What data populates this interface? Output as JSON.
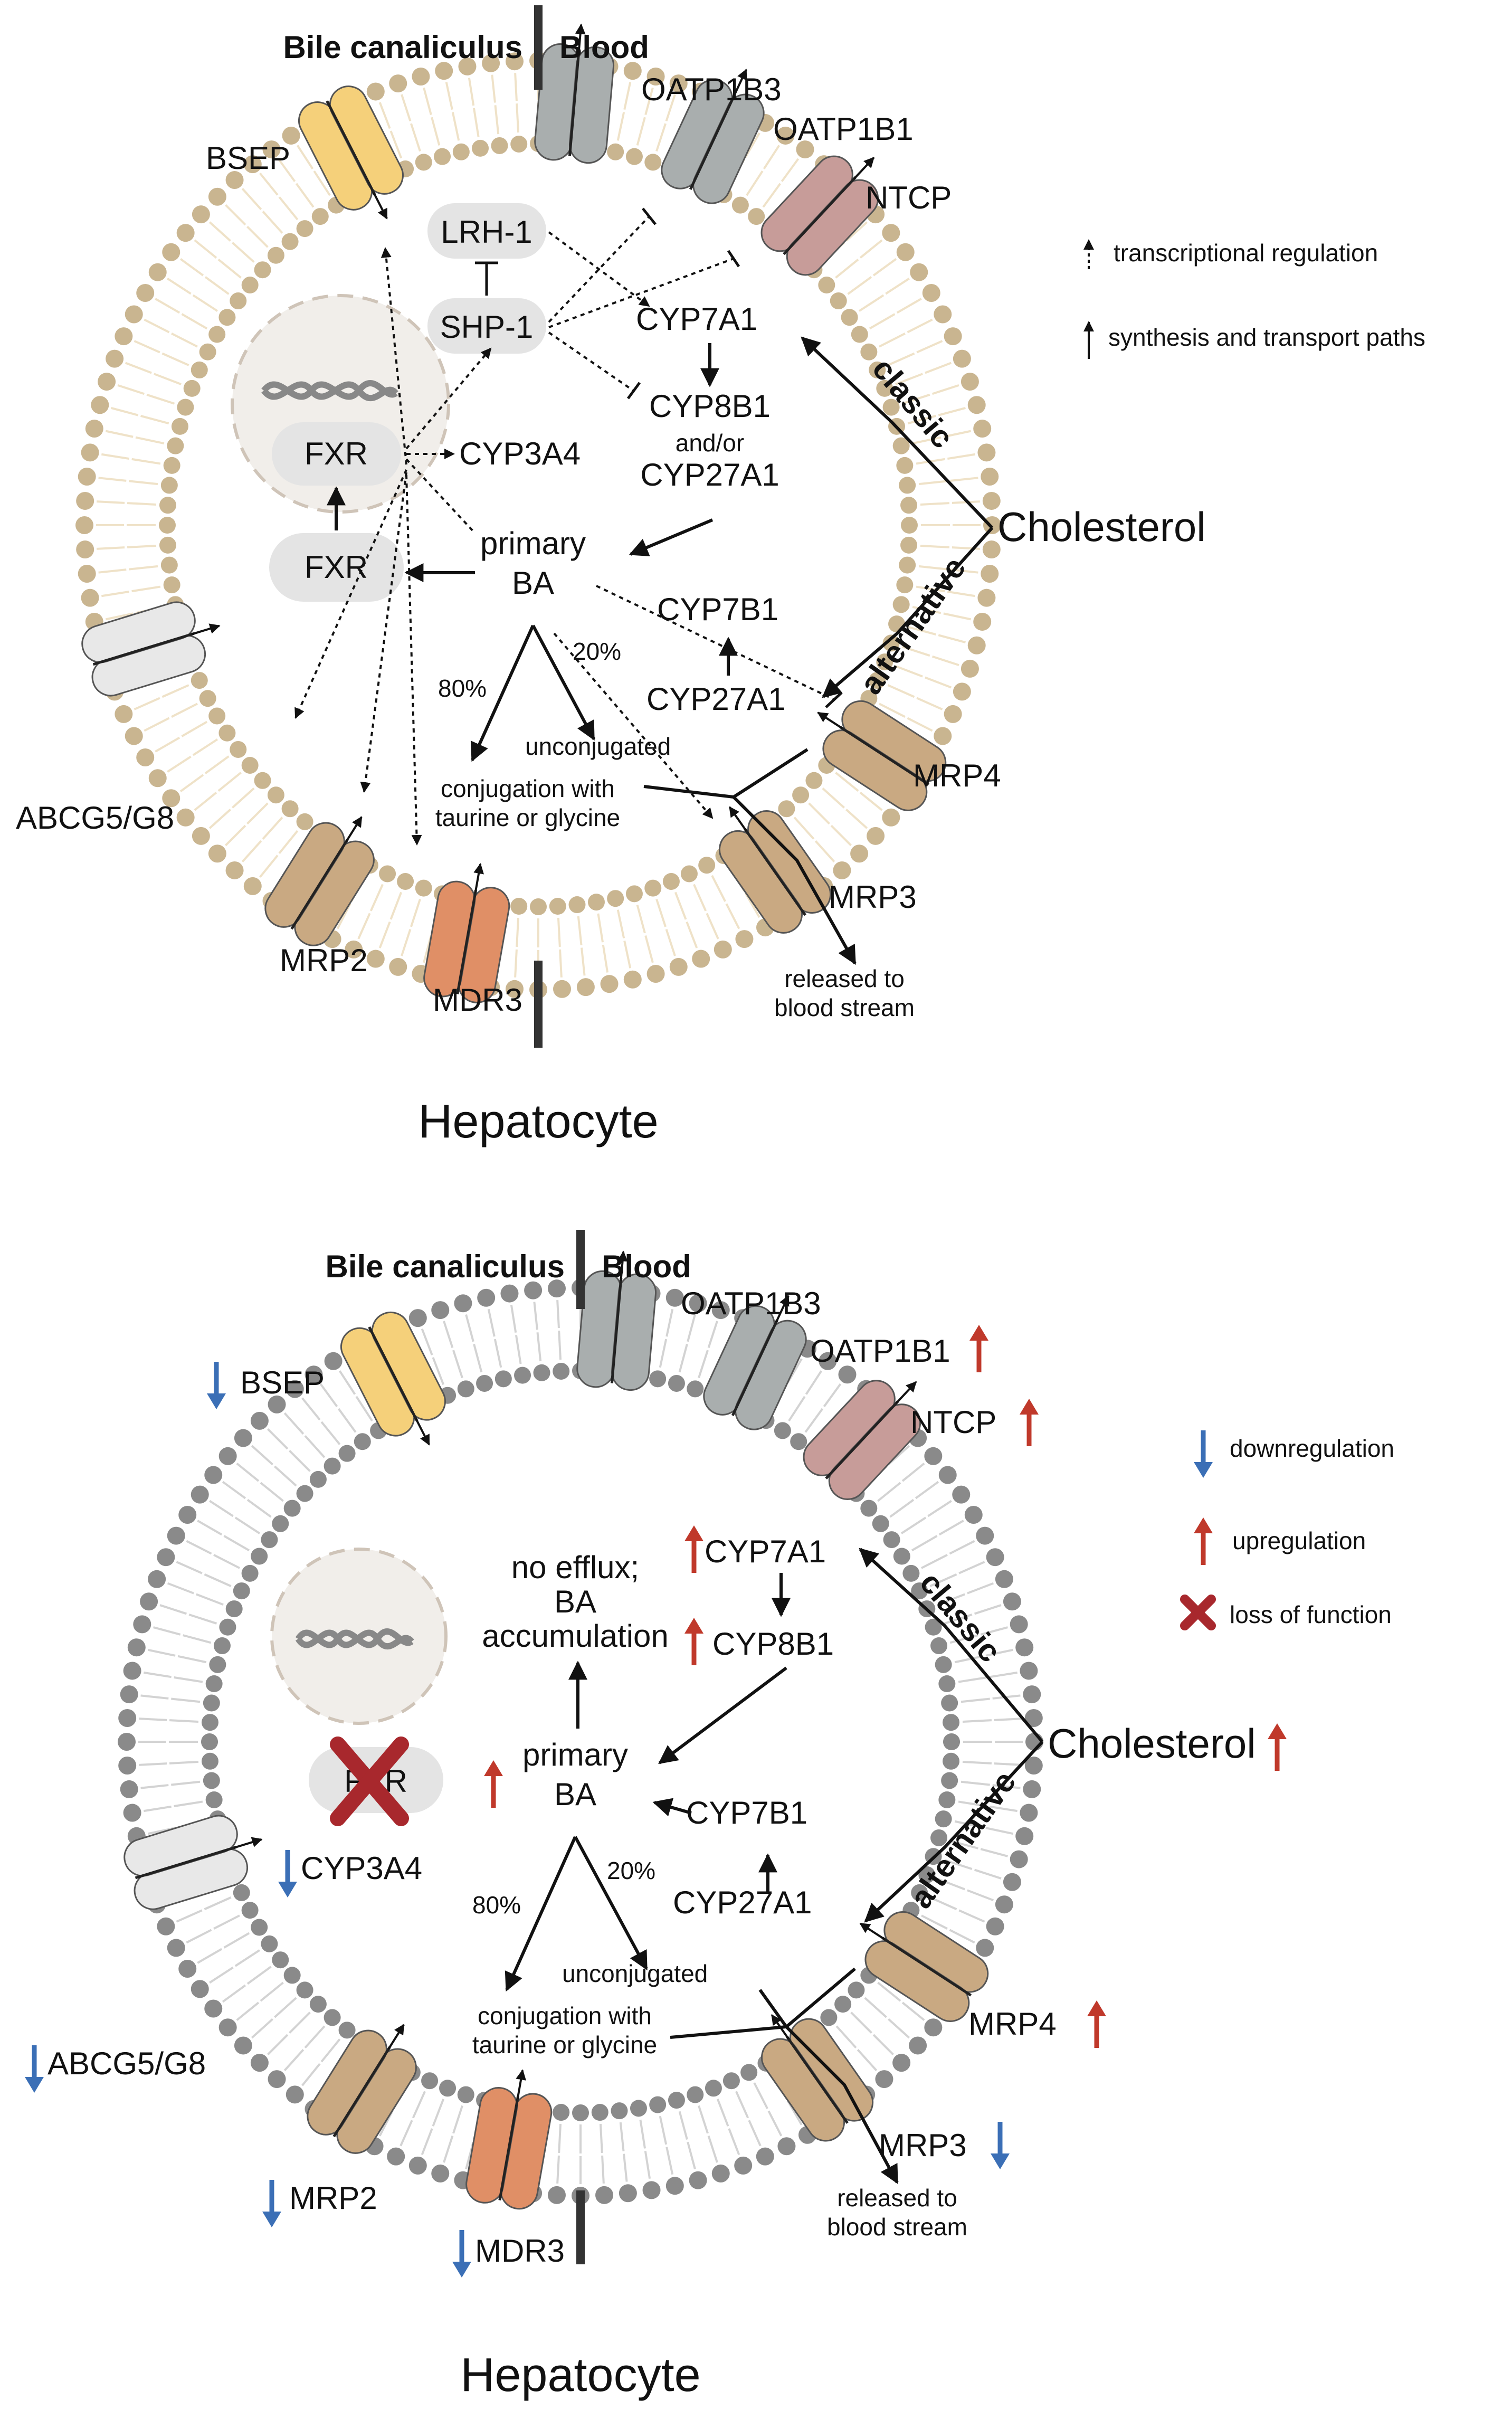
{
  "colors": {
    "membrane_top": "#c9b590",
    "membrane_top_tail": "#efe2c8",
    "membrane_bottom": "#8a8a8a",
    "membrane_bottom_tail": "#d3d3d3",
    "bsep": "#f5d07a",
    "oatp": "#a9aeae",
    "ntcp": "#c79c99",
    "abcg": "#e8e8e8",
    "mrp": "#c9a982",
    "mdr3": "#e08f66",
    "nucleus": "#f1eeea",
    "box": "#e4e4e4",
    "down_arrow": "#3b6fb6",
    "up_arrow": "#c0392b",
    "cross": "#a8282d"
  },
  "top": {
    "side_left": "Bile canaliculus",
    "side_right": "Blood",
    "transporters": {
      "oatp1b3": "OATP1B3",
      "oatp1b1": "OATP1B1",
      "ntcp": "NTCP",
      "bsep": "BSEP",
      "abcg": "ABCG5/G8",
      "mrp2": "MRP2",
      "mdr3": "MDR3",
      "mrp3": "MRP3",
      "mrp4": "MRP4"
    },
    "lrh1": "LRH-1",
    "shp1": "SHP-1",
    "fxr_nuclear": "FXR",
    "fxr_cyto": "FXR",
    "cyp3a4": "CYP3A4",
    "cyp7a1": "CYP7A1",
    "cyp8b1": "CYP8B1",
    "and_or": "and/or",
    "cyp27a1_a": "CYP27A1",
    "cyp7b1": "CYP7B1",
    "cyp27a1_b": "CYP27A1",
    "primary_ba_1": "primary",
    "primary_ba_2": "BA",
    "cholesterol": "Cholesterol",
    "classic": "classic",
    "alternative": "alternative",
    "pct80": "80%",
    "pct20": "20%",
    "unconjugated": "unconjugated",
    "conj_1": "conjugation with",
    "conj_2": "taurine or glycine",
    "released_1": "released to",
    "released_2": "blood stream",
    "legend_1": "transcriptional regulation",
    "legend_2": "synthesis and transport paths",
    "title": "Hepatocyte"
  },
  "bottom": {
    "side_left": "Bile canaliculus",
    "side_right": "Blood",
    "transporters": {
      "oatp1b3": "OATP1B3",
      "oatp1b1": "OATP1B1",
      "ntcp": "NTCP",
      "bsep": "BSEP",
      "abcg": "ABCG5/G8",
      "mrp2": "MRP2",
      "mdr3": "MDR3",
      "mrp3": "MRP3",
      "mrp4": "MRP4"
    },
    "no_efflux_1": "no efflux;",
    "no_efflux_2": "BA",
    "no_efflux_3": "accumulation",
    "cyp7a1": "CYP7A1",
    "cyp8b1": "CYP8B1",
    "cyp7b1": "CYP7B1",
    "cyp27a1": "CYP27A1",
    "cyp3a4": "CYP3A4",
    "fxr": "FXR",
    "primary_ba_1": "primary",
    "primary_ba_2": "BA",
    "cholesterol": "Cholesterol",
    "classic": "classic",
    "alternative": "alternative",
    "pct80": "80%",
    "pct20": "20%",
    "unconjugated": "unconjugated",
    "conj_1": "conjugation with",
    "conj_2": "taurine or glycine",
    "released_1": "released to",
    "released_2": "blood stream",
    "legend_down": "downregulation",
    "legend_up": "upregulation",
    "legend_loss": "loss of function",
    "title": "Hepatocyte"
  }
}
